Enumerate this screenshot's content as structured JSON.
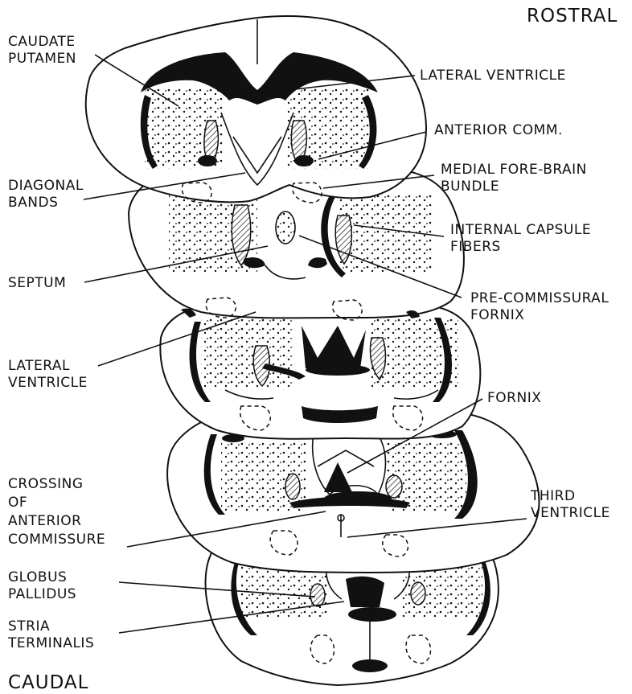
{
  "orientation": {
    "top": "ROSTRAL",
    "bottom": "CAUDAL"
  },
  "labels": {
    "caudate_putamen": [
      "CAUDATE",
      "PUTAMEN"
    ],
    "lateral_ventricle_top": [
      "LATERAL VENTRICLE"
    ],
    "anterior_comm": [
      "ANTERIOR COMM."
    ],
    "diagonal_bands": [
      "DIAGONAL",
      "BANDS"
    ],
    "medial_forebrain_bundle": [
      "MEDIAL FORE-BRAIN",
      "BUNDLE"
    ],
    "internal_capsule_fibers": [
      "INTERNAL CAPSULE",
      "FIBERS"
    ],
    "septum": [
      "SEPTUM"
    ],
    "pre_commissural_fornix": [
      "PRE-COMMISSURAL",
      "FORNIX"
    ],
    "lateral_ventricle_left": [
      "LATERAL",
      "VENTRICLE"
    ],
    "fornix": [
      "FORNIX"
    ],
    "crossing_anterior_commissure": [
      "CROSSING",
      "OF",
      "ANTERIOR",
      "COMMISSURE"
    ],
    "third_ventricle": [
      "THIRD",
      "VENTRICLE"
    ],
    "globus_pallidus": [
      "GLOBUS",
      "PALLIDUS"
    ],
    "stria_terminalis": [
      "STRIA",
      "TERMINALIS"
    ]
  },
  "sections": [
    "section-1",
    "section-2",
    "section-3",
    "section-4",
    "section-5"
  ]
}
